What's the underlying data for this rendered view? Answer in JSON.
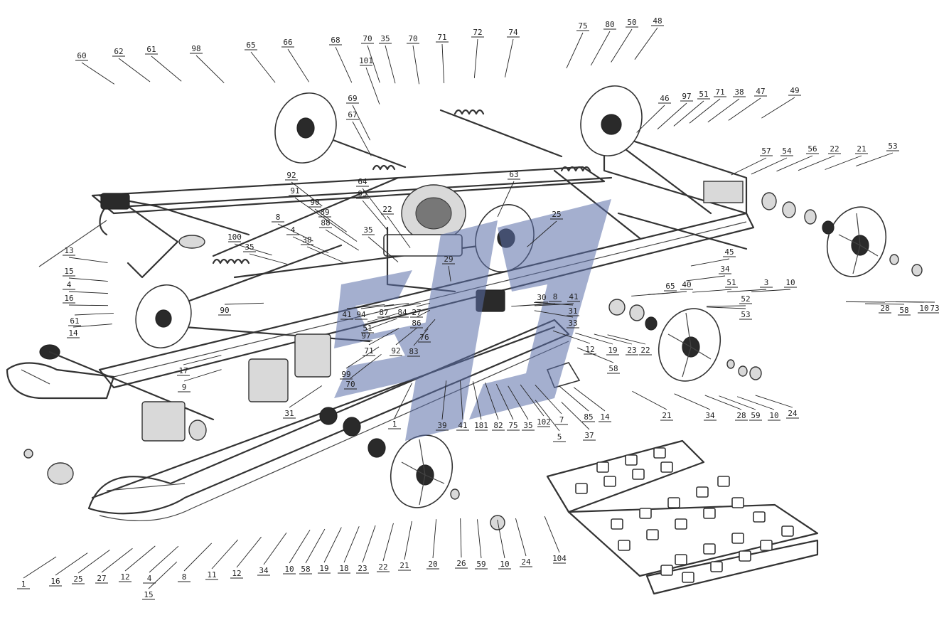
{
  "watermark": {
    "color": "#5a6ea8",
    "opacity": 0.55
  },
  "callouts": [
    [
      "60",
      115,
      82
    ],
    [
      "62",
      167,
      76
    ],
    [
      "61",
      213,
      73
    ],
    [
      "98",
      276,
      72
    ],
    [
      "65",
      353,
      67
    ],
    [
      "66",
      405,
      63
    ],
    [
      "68",
      472,
      60
    ],
    [
      "70",
      517,
      58
    ],
    [
      "35",
      542,
      58
    ],
    [
      "70",
      581,
      58
    ],
    [
      "71",
      622,
      56
    ],
    [
      "72",
      672,
      49
    ],
    [
      "74",
      722,
      49
    ],
    [
      "75",
      820,
      40
    ],
    [
      "80",
      858,
      38
    ],
    [
      "50",
      889,
      35
    ],
    [
      "48",
      925,
      33
    ],
    [
      "46",
      935,
      142
    ],
    [
      "97",
      966,
      139
    ],
    [
      "51",
      990,
      136
    ],
    [
      "71",
      1013,
      133
    ],
    [
      "38",
      1040,
      133
    ],
    [
      "47",
      1070,
      132
    ],
    [
      "49",
      1118,
      131
    ],
    [
      "101",
      515,
      89
    ],
    [
      "69",
      496,
      142
    ],
    [
      "67",
      496,
      165
    ],
    [
      "63",
      723,
      249
    ],
    [
      "57",
      1078,
      216
    ],
    [
      "54",
      1107,
      216
    ],
    [
      "56",
      1143,
      213
    ],
    [
      "22",
      1174,
      213
    ],
    [
      "21",
      1212,
      213
    ],
    [
      "53",
      1256,
      209
    ],
    [
      "13",
      97,
      356
    ],
    [
      "15",
      97,
      385
    ],
    [
      "4",
      97,
      404
    ],
    [
      "16",
      97,
      423
    ],
    [
      "92",
      410,
      250
    ],
    [
      "91",
      415,
      272
    ],
    [
      "90",
      443,
      288
    ],
    [
      "89",
      457,
      302
    ],
    [
      "88",
      458,
      317
    ],
    [
      "8",
      391,
      309
    ],
    [
      "4",
      412,
      327
    ],
    [
      "38",
      432,
      341
    ],
    [
      "100",
      330,
      337
    ],
    [
      "35",
      351,
      351
    ],
    [
      "64",
      510,
      259
    ],
    [
      "95",
      510,
      276
    ],
    [
      "22",
      545,
      298
    ],
    [
      "35",
      518,
      327
    ],
    [
      "25",
      783,
      305
    ],
    [
      "45",
      1026,
      358
    ],
    [
      "34",
      1020,
      382
    ],
    [
      "51",
      1029,
      401
    ],
    [
      "3",
      1078,
      401
    ],
    [
      "10",
      1112,
      401
    ],
    [
      "52",
      1049,
      424
    ],
    [
      "53",
      1049,
      446
    ],
    [
      "65",
      943,
      406
    ],
    [
      "40",
      966,
      404
    ],
    [
      "28",
      1245,
      437
    ],
    [
      "58",
      1272,
      440
    ],
    [
      "10",
      1300,
      437
    ],
    [
      "73",
      1315,
      437
    ],
    [
      "61",
      105,
      455
    ],
    [
      "90",
      316,
      440
    ],
    [
      "29",
      631,
      368
    ],
    [
      "41",
      488,
      446
    ],
    [
      "94",
      508,
      446
    ],
    [
      "87",
      540,
      443
    ],
    [
      "84",
      566,
      443
    ],
    [
      "27",
      586,
      443
    ],
    [
      "86",
      586,
      458
    ],
    [
      "51",
      517,
      465
    ],
    [
      "97",
      515,
      476
    ],
    [
      "71",
      519,
      497
    ],
    [
      "83",
      582,
      498
    ],
    [
      "76",
      597,
      478
    ],
    [
      "92",
      557,
      497
    ],
    [
      "30",
      762,
      422
    ],
    [
      "8",
      781,
      421
    ],
    [
      "41",
      807,
      421
    ],
    [
      "31",
      806,
      441
    ],
    [
      "33",
      806,
      458
    ],
    [
      "12",
      830,
      495
    ],
    [
      "19",
      862,
      496
    ],
    [
      "23",
      889,
      496
    ],
    [
      "22",
      908,
      496
    ],
    [
      "58",
      863,
      522
    ],
    [
      "14",
      103,
      472
    ],
    [
      "17",
      258,
      525
    ],
    [
      "9",
      259,
      548
    ],
    [
      "99",
      487,
      530
    ],
    [
      "70",
      493,
      544
    ],
    [
      "31",
      407,
      585
    ],
    [
      "21",
      938,
      588
    ],
    [
      "34",
      999,
      588
    ],
    [
      "28",
      1043,
      588
    ],
    [
      "59",
      1063,
      588
    ],
    [
      "10",
      1089,
      588
    ],
    [
      "24",
      1115,
      585
    ],
    [
      "1",
      555,
      600
    ],
    [
      "39",
      622,
      602
    ],
    [
      "41",
      651,
      602
    ],
    [
      "181",
      677,
      602
    ],
    [
      "82",
      701,
      602
    ],
    [
      "75",
      722,
      602
    ],
    [
      "35",
      743,
      602
    ],
    [
      "102",
      765,
      597
    ],
    [
      "7",
      790,
      594
    ],
    [
      "5",
      787,
      618
    ],
    [
      "85",
      828,
      590
    ],
    [
      "37",
      829,
      616
    ],
    [
      "14",
      851,
      590
    ],
    [
      "1",
      33,
      825
    ],
    [
      "16",
      78,
      821
    ],
    [
      "25",
      110,
      818
    ],
    [
      "27",
      143,
      817
    ],
    [
      "12",
      176,
      815
    ],
    [
      "4",
      210,
      817
    ],
    [
      "15",
      209,
      840
    ],
    [
      "8",
      259,
      815
    ],
    [
      "11",
      298,
      812
    ],
    [
      "12",
      333,
      810
    ],
    [
      "34",
      371,
      806
    ],
    [
      "10",
      407,
      804
    ],
    [
      "58",
      430,
      804
    ],
    [
      "19",
      456,
      803
    ],
    [
      "18",
      484,
      803
    ],
    [
      "23",
      510,
      803
    ],
    [
      "22",
      539,
      801
    ],
    [
      "21",
      569,
      799
    ],
    [
      "20",
      609,
      797
    ],
    [
      "26",
      649,
      796
    ],
    [
      "59",
      677,
      797
    ],
    [
      "10",
      710,
      797
    ],
    [
      "24",
      740,
      794
    ],
    [
      "104",
      787,
      789
    ]
  ],
  "boxed_callouts": [
    "4",
    "16",
    "88",
    "35",
    "41",
    "94",
    "87",
    "84",
    "27",
    "86",
    "52",
    "53",
    "58",
    "21",
    "34",
    "82",
    "75",
    "35",
    "37",
    "1",
    "12",
    "16",
    "27",
    "4",
    "15",
    "20"
  ]
}
